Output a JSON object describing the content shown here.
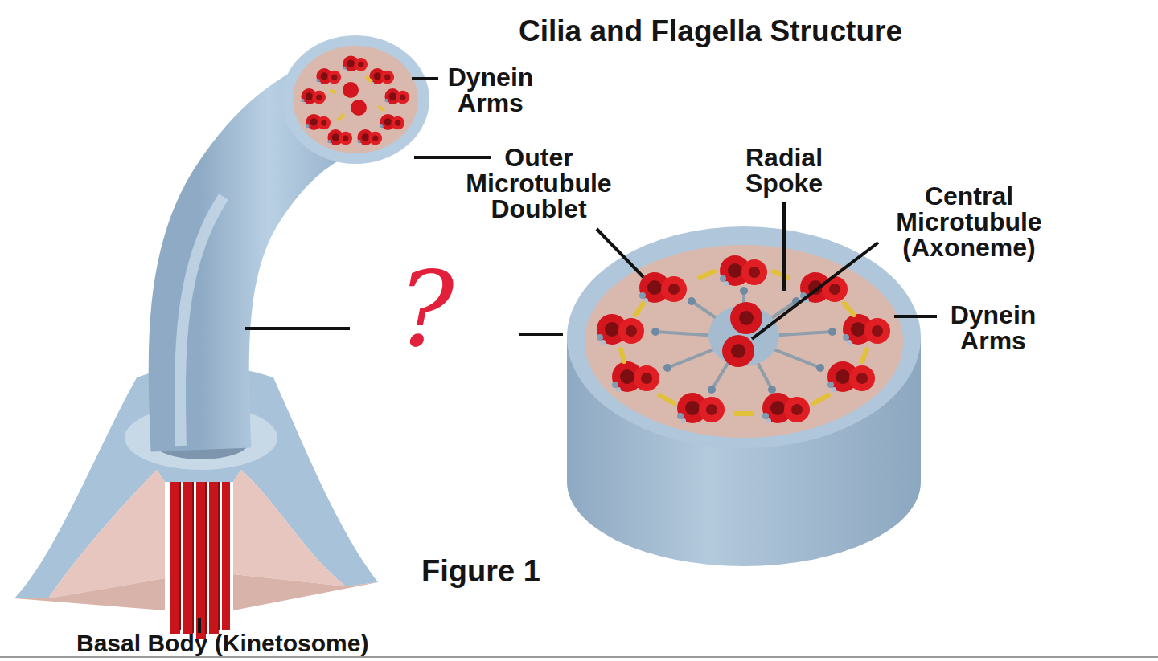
{
  "diagram": {
    "title": "Cilia and Flagella Structure",
    "caption": "Figure 1",
    "labels": [
      "Dynein Arms",
      "Outer Microtubule Doublet",
      "Radial Spoke",
      "Central Microtubule (Axoneme)",
      "Dynein Arms",
      "?",
      "Basal Body (Kinetosome)"
    ]
  }
}
